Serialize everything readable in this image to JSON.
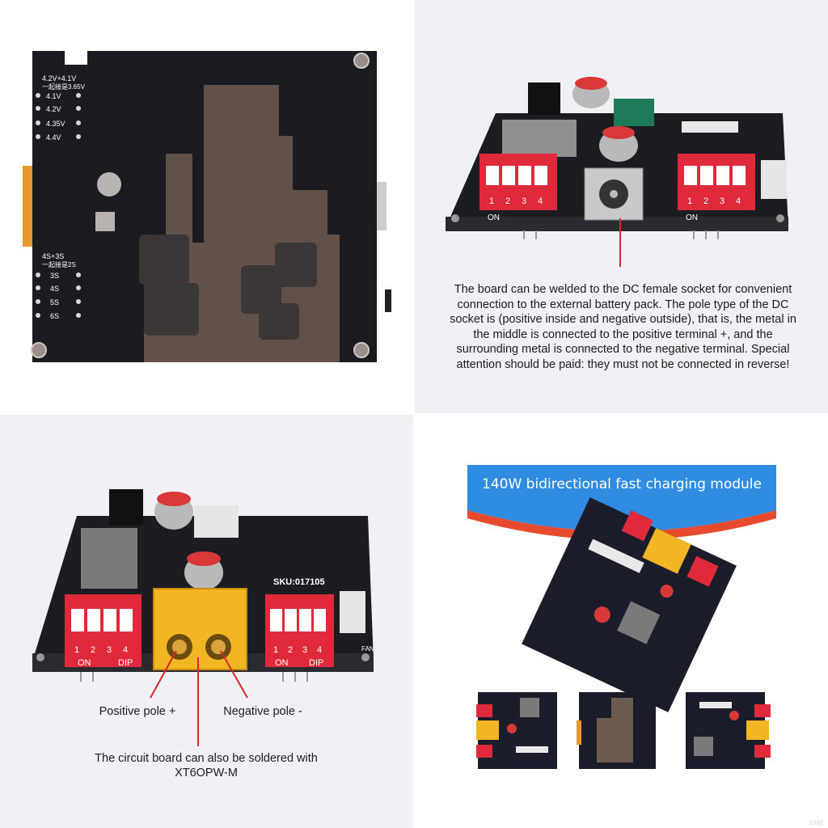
{
  "board_back": {
    "voltage_header": "4.2V+4.1V",
    "voltage_sub": "一起接是3.65V",
    "voltages": [
      "4.1V",
      "4.2V",
      "4.35V",
      "4.4V"
    ],
    "cells_header": "4S+3S",
    "cells_sub": "一起接是2S",
    "cells": [
      "3S",
      "4S",
      "5S",
      "6S"
    ]
  },
  "dc_panel": {
    "dip_labels": [
      "1",
      "2",
      "3",
      "4"
    ],
    "dip_on": "ON",
    "caption": "The board can be welded to the DC female socket for convenient\nconnection to the external battery pack. The pole type of the DC\nsocket is (positive inside and negative outside), that is, the metal in\nthe middle is connected to the positive terminal +, and the\nsurrounding metal is connected to the negative terminal. Special\nattention should be paid: they must not be connected in reverse!"
  },
  "xt60_panel": {
    "sku": "SKU:017105",
    "dip_labels": [
      "1",
      "2",
      "3",
      "4"
    ],
    "dip_on": "ON",
    "dip_text": "DIP",
    "fan_label": "FAN",
    "positive_label": "Positive pole +",
    "negative_label": "Negative pole -",
    "bottom_caption": "The circuit board can also be soldered with\nXT6OPW-M"
  },
  "product_panel": {
    "banner": "140W bidirectional fast charging module",
    "watermark": "1048"
  },
  "colors": {
    "pcb": "#1b1c22",
    "dip_red": "#e0293a",
    "xt60_yellow": "#f2b623",
    "banner_blue": "#2f8ce0",
    "banner_accent": "#e74a2c",
    "pointer_red": "#d62828"
  }
}
